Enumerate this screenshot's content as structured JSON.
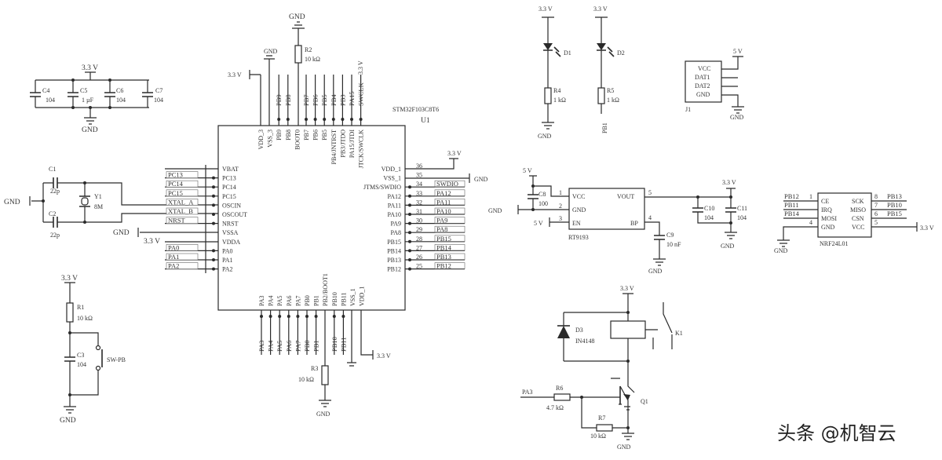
{
  "mcu": {
    "part": "STM32F103C8T6",
    "ref": "U1",
    "left_pins": [
      "VBAT",
      "PC13",
      "PC14",
      "PC15",
      "OSCIN",
      "OSCOUT",
      "NRST",
      "VSSA",
      "VDDA",
      "PA0",
      "PA1",
      "PA2"
    ],
    "left_nets": [
      "",
      "PC13",
      "PC14",
      "PC15",
      "XTAL_A",
      "XTAL_B",
      "NRST",
      "",
      "",
      "PA0",
      "PA1",
      "PA2"
    ],
    "right_pins": [
      "VDD_1",
      "VSS_1",
      "JTMS/SWDIO",
      "PA12",
      "PA11",
      "PA10",
      "PA9",
      "PA8",
      "PB15",
      "PB14",
      "PB13",
      "PB12"
    ],
    "right_nets": [
      "",
      "",
      "SWDIO",
      "PA12",
      "PA11",
      "PA10",
      "PA9",
      "PA8",
      "PB15",
      "PB14",
      "PB13",
      "PB12"
    ],
    "right_numbers": [
      "36",
      "35",
      "34",
      "33",
      "32",
      "31",
      "30",
      "29",
      "28",
      "27",
      "26",
      "25"
    ],
    "top_pins": [
      "VDD_3",
      "VSS_3",
      "PB9",
      "PB8",
      "BOOT0",
      "PB7",
      "PB6",
      "PB5",
      "PB4/JNTRST",
      "PB3/JTDO",
      "PA15/JTDI",
      "JTCK/SWCLK"
    ],
    "top_nets": [
      "",
      "",
      "PB9",
      "PB8",
      "",
      "PB7",
      "PB6",
      "PB5",
      "PB4",
      "PB3",
      "PA15",
      "SWCLK"
    ],
    "bottom_pins": [
      "PA3",
      "PA4",
      "PA5",
      "PA6",
      "PA7",
      "PB0",
      "PB1",
      "PB2/BOOT1",
      "PB10",
      "PB11",
      "VSS_1",
      "VDD_1"
    ],
    "bottom_nets": [
      "PA3",
      "PA4",
      "PA5",
      "PA6",
      "PA7",
      "PB0",
      "PB1",
      "",
      "PB10",
      "PB11",
      "",
      ""
    ]
  },
  "decoupling": {
    "supply": "3.3 V",
    "gnd": "GND",
    "caps": [
      {
        "ref": "C4",
        "value": "104"
      },
      {
        "ref": "C5",
        "value": "1 µF"
      },
      {
        "ref": "C6",
        "value": "104"
      },
      {
        "ref": "C7",
        "value": "104"
      }
    ]
  },
  "crystal": {
    "gnd": "GND",
    "c1": "C1",
    "c1_value": "22p",
    "c2": "C2",
    "c2_value": "22p",
    "ref": "Y1",
    "value": "8M"
  },
  "vssa": {
    "gnd": "GND",
    "vdda": "3.3 V"
  },
  "reset": {
    "supply": "3.3 V",
    "r_ref": "R1",
    "r_value": "10 kΩ",
    "c_ref": "C3",
    "c_value": "104",
    "switch": "SW-PB",
    "gnd": "GND"
  },
  "boot": {
    "gnd": "GND",
    "r_ref": "R2",
    "r_value": "10 kΩ",
    "supply": "3.3 V",
    "supply2": "3.3 V"
  },
  "right_power": {
    "supply": "3.3 V",
    "gnd": "GND"
  },
  "bottom_power": {
    "r_ref": "R3",
    "r_value": "10 kΩ",
    "gnd": "GND",
    "supply": "3.3 V"
  },
  "leds": [
    {
      "supply": "3.3 V",
      "ref": "D1",
      "r_ref": "R4",
      "r_value": "1 kΩ",
      "end": "GND"
    },
    {
      "supply": "3.3 V",
      "ref": "D2",
      "r_ref": "R5",
      "r_value": "1 kΩ",
      "end": "PB1"
    }
  ],
  "sensor": {
    "pins": [
      "VCC",
      "DAT1",
      "DAT2",
      "GND"
    ],
    "supply": "5 V",
    "gnd": "GND",
    "ref": "J1"
  },
  "regulator": {
    "part": "RT9193",
    "pins_left": [
      "VCC",
      "GND",
      "EN"
    ],
    "pins_right": [
      "VOUT",
      "BP"
    ],
    "nums_left": [
      "1",
      "2",
      "3"
    ],
    "nums_right": [
      "5",
      "4"
    ],
    "in_supply": "5 V",
    "en_supply": "5 V",
    "gnd_in": "GND",
    "c_in_ref": "C8",
    "c_in_value": "100",
    "c_bp_ref": "C9",
    "c_bp_value": "10 nF",
    "gnd_bp": "GND",
    "out_supply": "3.3 V",
    "c10_ref": "C10",
    "c10_value": "104",
    "c11_ref": "C11",
    "c11_value": "104",
    "gnd_out": "GND"
  },
  "nrf": {
    "part": "NRF24L01",
    "left_pins": [
      "CE",
      "IRQ",
      "MOSI",
      "GND"
    ],
    "right_pins": [
      "SCK",
      "MISO",
      "CSN",
      "VCC"
    ],
    "left_nums": [
      "1",
      "",
      "",
      "4"
    ],
    "right_nums": [
      "8",
      "7",
      "6",
      "5"
    ],
    "left_nets": [
      "PB12",
      "PB11",
      "PB14"
    ],
    "right_nets": [
      "PB13",
      "PB10",
      "PB15"
    ],
    "supply": "3.3 V",
    "gnd": "GND"
  },
  "relay": {
    "supply": "3.3 V",
    "d_ref": "D3",
    "d_value": "IN4148",
    "k_ref": "K1",
    "input": "PA3",
    "r6_ref": "R6",
    "r6_value": "4.7 kΩ",
    "r7_ref": "R7",
    "r7_value": "10 kΩ",
    "q_ref": "Q1",
    "gnd": "GND"
  },
  "watermark": "头条 @机智云"
}
